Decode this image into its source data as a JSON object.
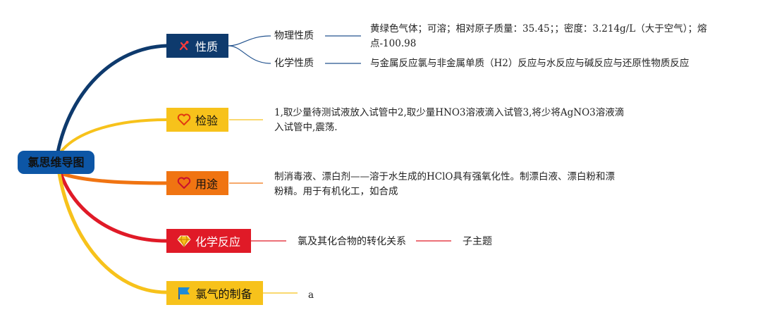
{
  "colors": {
    "root_bg": "#0d56a6",
    "xingzhi": "#0e3a6d",
    "jianyan": "#f7c21b",
    "yongtu": "#f07412",
    "fanying": "#e01a27",
    "zhibei": "#f7c21b",
    "line_blue": "#24548f"
  },
  "root": {
    "label": "氯思维导图"
  },
  "branches": {
    "xingzhi": {
      "label": "性质",
      "icon": "tools-icon"
    },
    "jianyan": {
      "label": "检验",
      "icon": "heart-icon"
    },
    "yongtu": {
      "label": "用途",
      "icon": "heart-icon"
    },
    "fanying": {
      "label": "化学反应",
      "icon": "diamond-icon"
    },
    "zhibei": {
      "label": "氯气的制备",
      "icon": "flag-icon"
    }
  },
  "xingzhi": {
    "physical": {
      "label": "物理性质",
      "detail_line1": "黄绿色气体；可溶；相对原子质量：35.45；；密度：3.214g/L（大于空气）；熔",
      "detail_line2": "点-100.98"
    },
    "chemical": {
      "label": "化学性质",
      "detail": "与金属反应氯与非金属单质（H2）反应与水反应与碱反应与还原性物质反应"
    }
  },
  "jianyan": {
    "line1": "1,取少量待测试液放入试管中2,取少量HNO3溶液滴入试管3,将少将AgNO3溶液滴",
    "line2": "入试管中,震荡."
  },
  "yongtu": {
    "line1": "制消毒液、漂白剂——溶于水生成的HClO具有强氧化性。制漂白液、漂白粉和漂",
    "line2": "粉精。用于有机化工，如合成"
  },
  "fanying": {
    "child": "氯及其化合物的转化关系",
    "grandchild": "子主题"
  },
  "zhibei": {
    "child": "a"
  }
}
